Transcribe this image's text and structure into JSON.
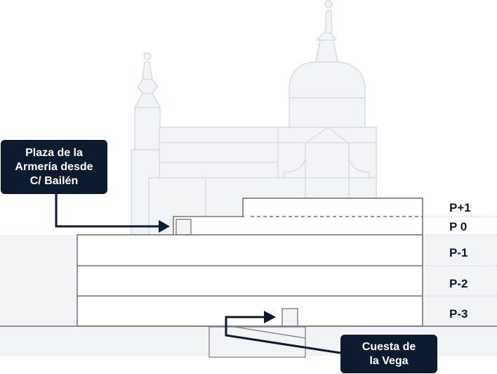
{
  "levels": [
    {
      "label": "P+1"
    },
    {
      "label": "P 0"
    },
    {
      "label": "P-1"
    },
    {
      "label": "P-2"
    },
    {
      "label": "P-3"
    }
  ],
  "callouts": {
    "plaza": {
      "line1": "Plaza de la",
      "line2": "Armería desde",
      "line3": "C/ Bailén"
    },
    "cuesta": {
      "line1": "Cuesta de",
      "line2": "la Vega"
    }
  },
  "colors": {
    "callout": "#0e1a2e",
    "palace": "#f2f3f5",
    "ground": "#f2f3f5",
    "building_stroke": "#77776f"
  }
}
